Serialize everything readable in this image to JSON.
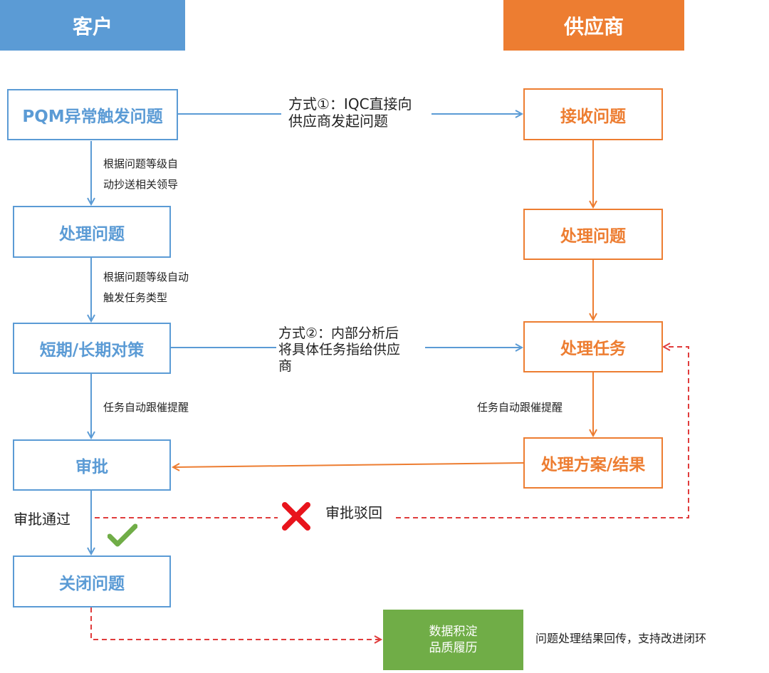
{
  "lanes": {
    "customer": "客户",
    "supplier": "供应商"
  },
  "customer_steps": {
    "trigger": "PQM异常触发问题",
    "process": "处理问题",
    "countermeasure": "短期/长期对策",
    "approve": "审批",
    "close": "关闭问题"
  },
  "supplier_steps": {
    "receive": "接收问题",
    "process": "处理问题",
    "task": "处理任务",
    "solution": "处理方案/结果"
  },
  "result_box": {
    "line1": "数据积淀",
    "line2": "品质履历"
  },
  "labels": {
    "method1_line1": "方式①：IQC直接向",
    "method1_line2": "供应商发起问题",
    "method2_line1": "方式②：内部分析后",
    "method2_line2": "将具体任务指给供应",
    "method2_line3": "商",
    "cc_line1": "根据问题等级自",
    "cc_line2": "动抄送相关领导",
    "task_type_line1": "根据问题等级自动",
    "task_type_line2": "触发任务类型",
    "reminder_left": "任务自动跟催提醒",
    "reminder_right": "任务自动跟催提醒",
    "approved": "审批通过",
    "rejected": "审批驳回",
    "feedback": "问题处理结果回传，支持改进闭环"
  },
  "colors": {
    "customer": "#5b9bd5",
    "supplier": "#ed7d31",
    "result": "#70ad47",
    "reject_line": "#e03c3c",
    "reject_icon": "#e8141c",
    "check_icon": "#70ad47"
  },
  "icons": {
    "approved": "check-icon",
    "rejected": "cross-icon"
  }
}
